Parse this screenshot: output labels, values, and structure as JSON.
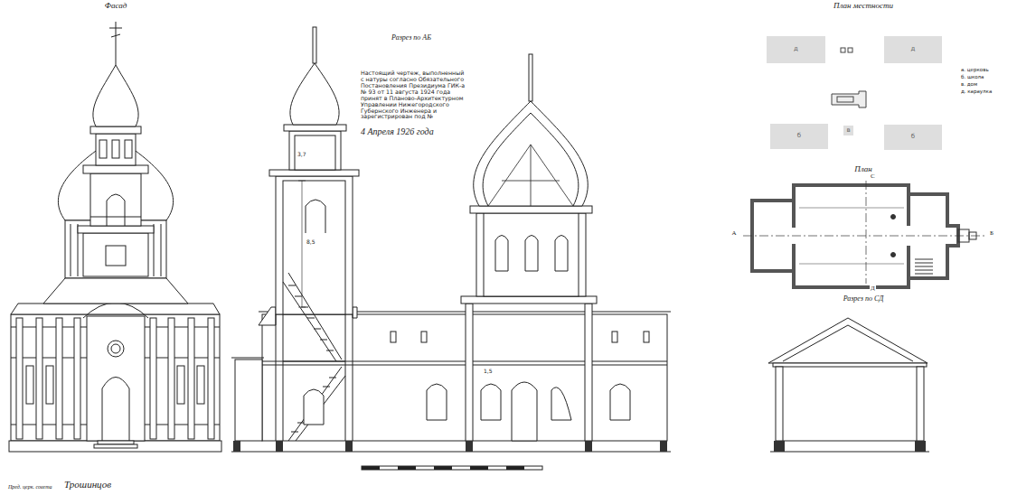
{
  "diagram": {
    "nodes": [
      {
        "text": [
          "д"
        ]
      },
      {
        "text": [
          "д"
        ]
      },
      {
        "text": [
          "б"
        ]
      },
      {
        "text": [
          "б"
        ]
      },
      {
        "text": [
          "в"
        ]
      }
    ],
    "labels": [
      "Фасад",
      "Разрез по АБ",
      "План местности",
      "План",
      "Разрез по СД",
      "Настоящий чертеж, выполненный с натуры согласно Обязательного Постановления Президиума ГИК-а № 93 от 11 августа 1924 года принят в Планово-Архитектурном Управлении Нижегородского Губернского Инженера и зарегистрирован под №",
      "4 Апреля 1926 года",
      "Пред. церк. совета",
      "Трошинцов",
      "А",
      "Б",
      "С",
      "Д",
      "а. церковь",
      "б. школа",
      "в. дом",
      "д. караулка",
      "8,5",
      "3,7",
      "1,5"
    ]
  }
}
